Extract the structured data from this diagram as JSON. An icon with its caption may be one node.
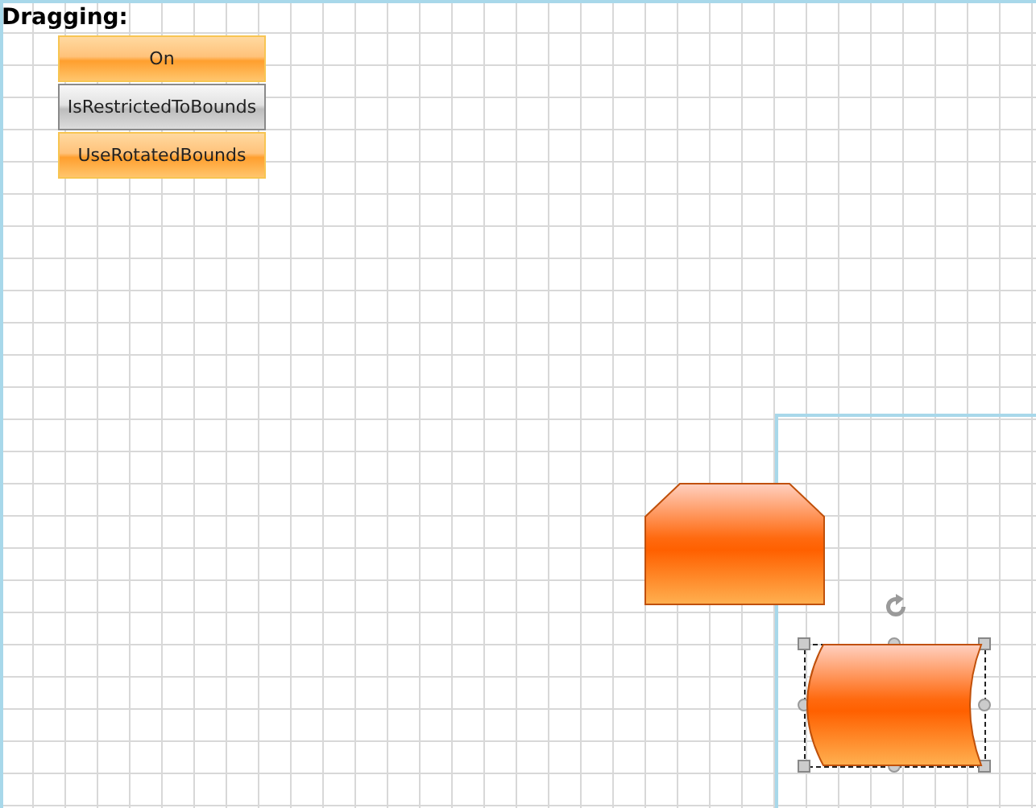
{
  "diagram": {
    "title": "Dragging:",
    "nodes": [
      {
        "text": [],
        "shape": "box"
      },
      {
        "text": [],
        "shape": "cylinder"
      }
    ],
    "labels": [
      "On",
      "IsRestrictedToBounds",
      "UseRotatedBounds"
    ]
  }
}
